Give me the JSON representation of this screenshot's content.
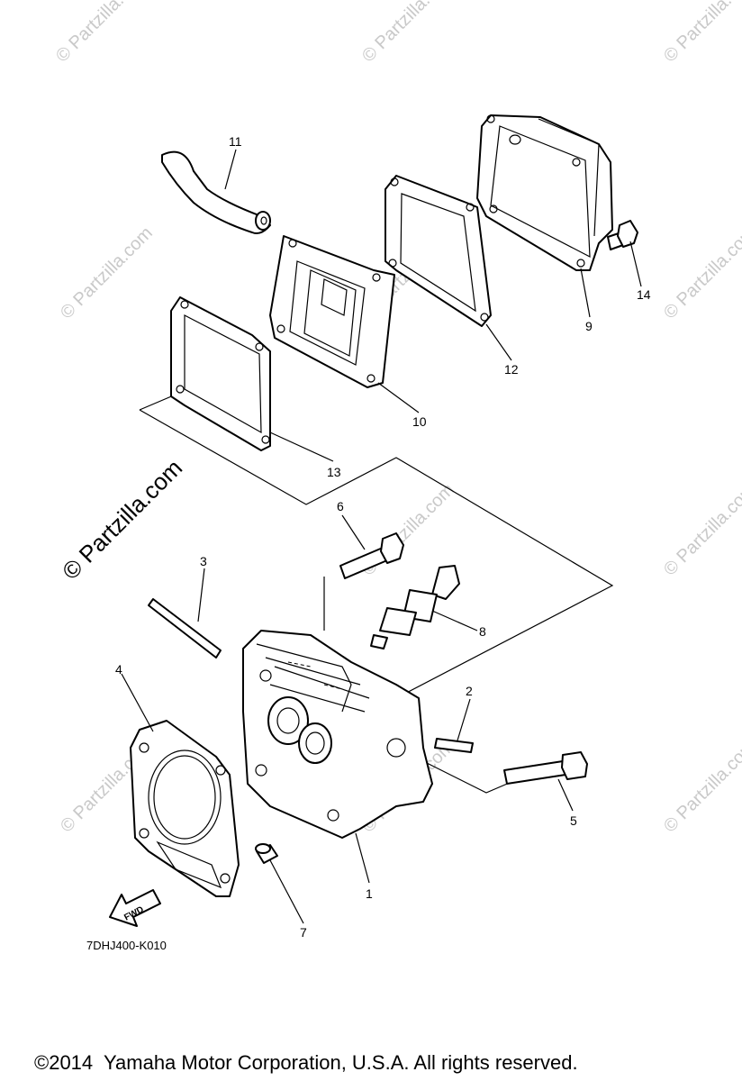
{
  "watermark": {
    "small_text": "© Partzilla.com",
    "main_text": "© Partzilla.com"
  },
  "callouts": [
    {
      "number": "11"
    },
    {
      "number": "14"
    },
    {
      "number": "9"
    },
    {
      "number": "12"
    },
    {
      "number": "10"
    },
    {
      "number": "13"
    },
    {
      "number": "6"
    },
    {
      "number": "3"
    },
    {
      "number": "8"
    },
    {
      "number": "4"
    },
    {
      "number": "2"
    },
    {
      "number": "5"
    },
    {
      "number": "1"
    },
    {
      "number": "7"
    }
  ],
  "fwd_arrow": {
    "label": "FWD"
  },
  "diagram_code": "7DHJ400-K010",
  "copyright": "©2014  Yamaha Motor Corporation, U.S.A. All rights reserved."
}
